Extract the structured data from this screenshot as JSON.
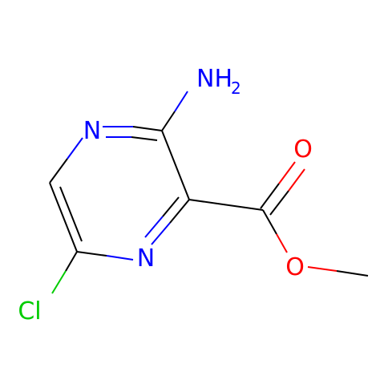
{
  "colors": {
    "bond": "#000000",
    "nitrogen": "#0000FF",
    "oxygen": "#FF0000",
    "chlorine": "#00CC00",
    "background": "#FFFFFF"
  },
  "atoms": {
    "n_ring_top": "N",
    "n_ring_bottom": "N",
    "amino_group": {
      "main": "NH",
      "subscript": "2"
    },
    "carbonyl_oxygen": "O",
    "ester_oxygen": "O",
    "chlorine": "Cl"
  }
}
